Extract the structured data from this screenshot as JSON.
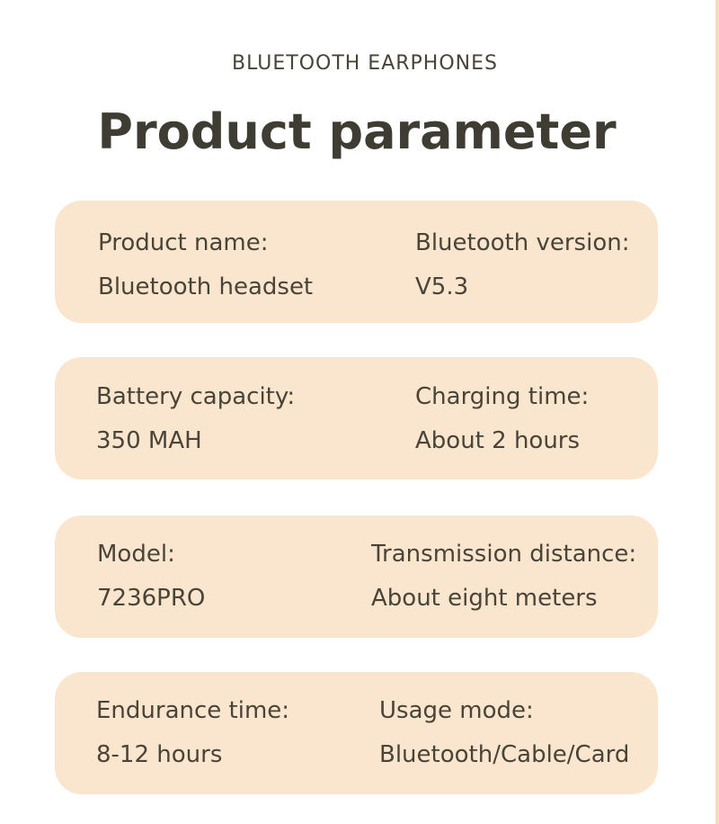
{
  "header": {
    "subtitle": "BLUETOOTH EARPHONES",
    "title": "Product parameter"
  },
  "cards": [
    {
      "left": {
        "label": "Product name:",
        "value": "Bluetooth headset"
      },
      "right": {
        "label": "Bluetooth version:",
        "value": "V5.3"
      }
    },
    {
      "left": {
        "label": "Battery capacity:",
        "value": "350 MAH"
      },
      "right": {
        "label": "Charging time:",
        "value": "About 2 hours"
      }
    },
    {
      "left": {
        "label": "Model:",
        "value": "7236PRO"
      },
      "right": {
        "label": "Transmission distance:",
        "value": "About eight meters"
      }
    },
    {
      "left": {
        "label": "Endurance time:",
        "value": "8-12 hours"
      },
      "right": {
        "label": "Usage mode:",
        "value": "Bluetooth/Cable/Card"
      }
    }
  ],
  "colors": {
    "card_background": "#fae6ce",
    "text": "#4a4438",
    "title": "#3f3d33"
  }
}
